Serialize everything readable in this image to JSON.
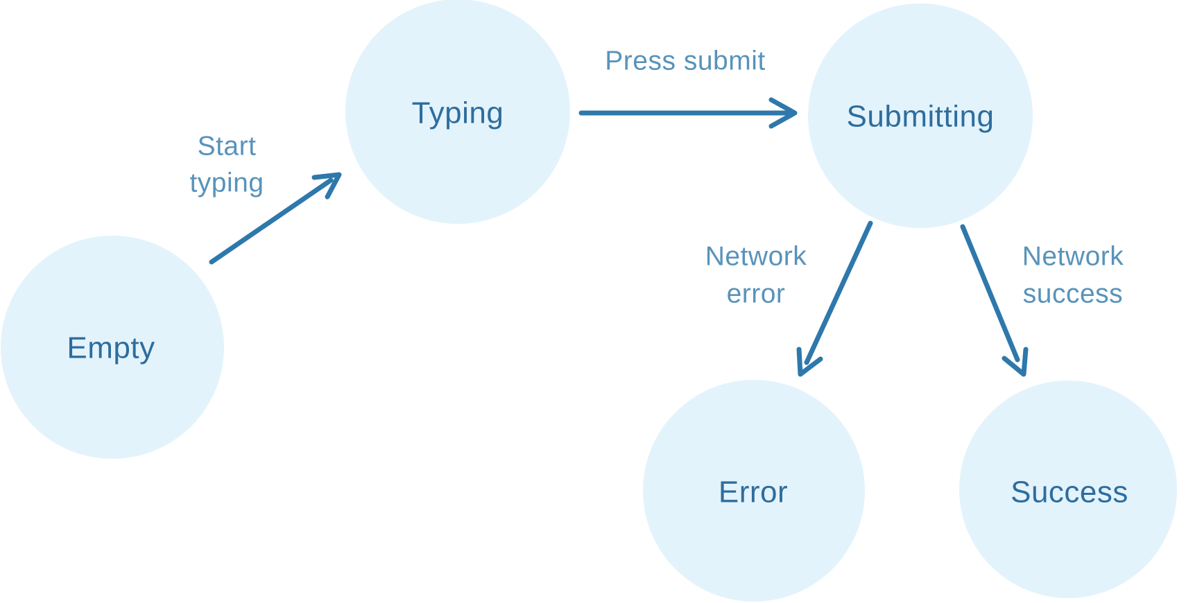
{
  "diagram": {
    "type": "state-machine",
    "background": "#ffffff",
    "colors": {
      "node_fill": "#e3f3fc",
      "node_text": "#2e6d9d",
      "edge_stroke": "#2e78ab",
      "edge_label": "#4788b3"
    },
    "nodes": [
      {
        "id": "empty",
        "label": "Empty"
      },
      {
        "id": "typing",
        "label": "Typing"
      },
      {
        "id": "submitting",
        "label": "Submitting"
      },
      {
        "id": "error",
        "label": "Error"
      },
      {
        "id": "success",
        "label": "Success"
      }
    ],
    "edges": [
      {
        "id": "start-typing",
        "from": "empty",
        "to": "typing",
        "labels": [
          "Start",
          "typing"
        ]
      },
      {
        "id": "press-submit",
        "from": "typing",
        "to": "submitting",
        "labels": [
          "Press submit",
          ""
        ]
      },
      {
        "id": "network-error",
        "from": "submitting",
        "to": "error",
        "labels": [
          "Network",
          "error"
        ]
      },
      {
        "id": "network-success",
        "from": "submitting",
        "to": "success",
        "labels": [
          "Network",
          "success"
        ]
      }
    ]
  }
}
